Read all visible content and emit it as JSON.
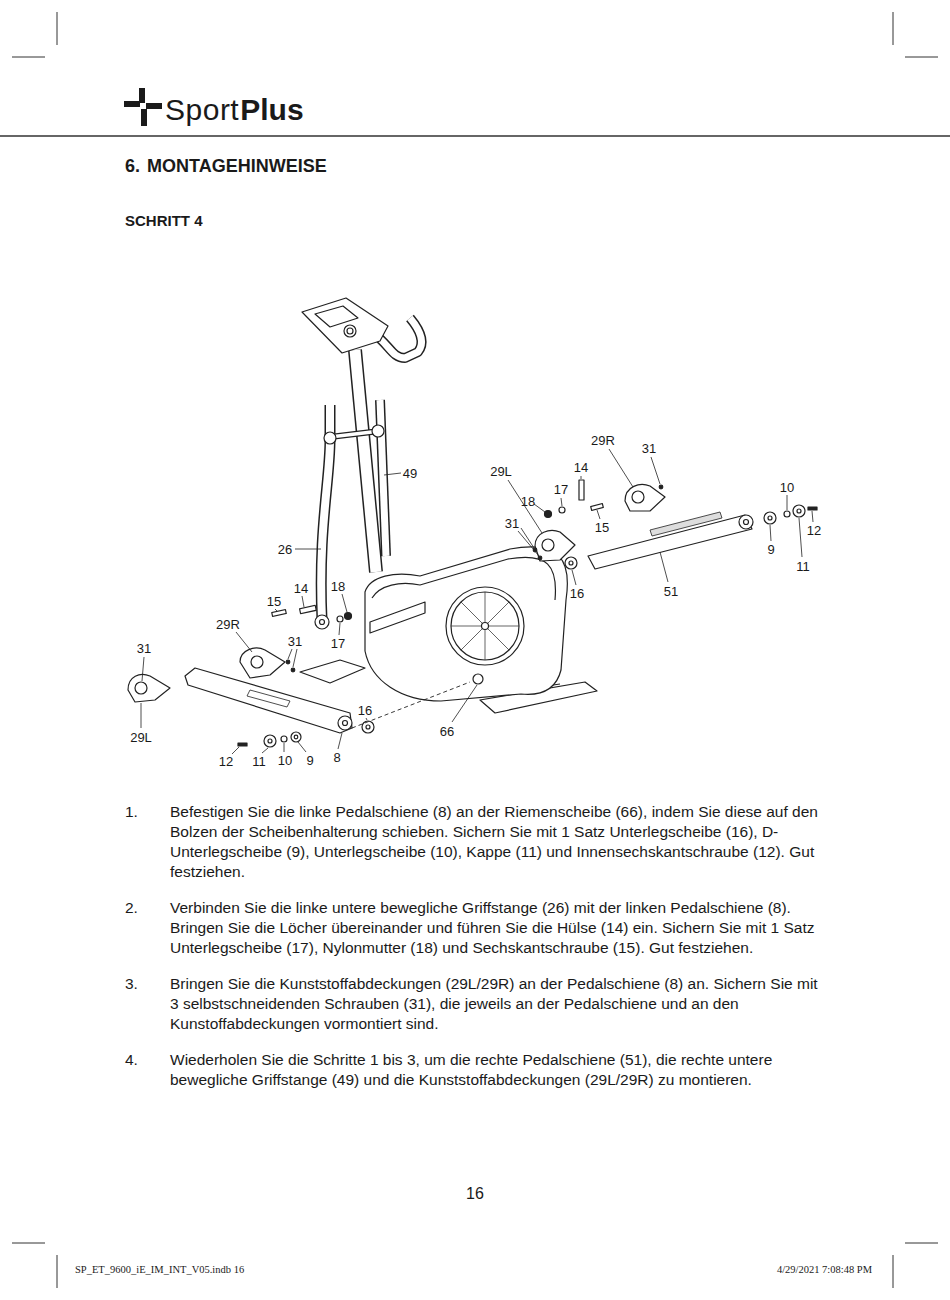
{
  "diagram": {
    "title": "6. MONTAGEHINWEISE",
    "labels": [
      "Sport",
      "Plus",
      "SCHRITT 4",
      "29R",
      "31",
      "29L",
      "14",
      "17",
      "18",
      "49",
      "10",
      "31",
      "15",
      "12",
      "9",
      "11",
      "16",
      "51",
      "26",
      "14",
      "18",
      "15",
      "29R",
      "31",
      "17",
      "31",
      "16",
      "66",
      "29L",
      "12",
      "11",
      "10",
      "9",
      "8",
      "1.",
      "Befestigen Sie die linke Pedalschiene (8) an der Riemenscheibe (66), indem Sie diese auf den Bolzen der Scheibenhalterung schieben. Sichern Sie mit 1 Satz Unterlegscheibe (16), D-Unterlegscheibe (9), Unterlegscheibe (10), Kappe (11) und Innensechskantschraube (12). Gut festziehen.",
      "2.",
      "Verbinden Sie die linke untere bewegliche Griffstange (26) mit der linken Pedalschiene (8). Bringen Sie die Löcher übereinander und führen Sie die Hülse (14) ein. Sichern Sie mit 1 Satz Unterlegscheibe (17), Nylonmutter (18) und Sechskantschraube (15). Gut festziehen.",
      "3.",
      "Bringen Sie die Kunststoffabdeckungen (29L/29R) an der Pedalschiene (8) an. Sichern Sie mit 3 selbstschneidenden Schrauben (31), die jeweils an der Pedalschiene und an den Kunstoffabdeckungen vormontiert sind.",
      "4.",
      "Wiederholen Sie die Schritte 1 bis 3, um die rechte Pedalschiene (51), die rechte untere bewegliche Griffstange (49) und die Kunststoffabdeckungen (29L/29R) zu montieren.",
      "16",
      "SP_ET_9600_iE_IM_INT_V05.indb 16",
      "4/29/2021 7:08:48 PM"
    ]
  }
}
